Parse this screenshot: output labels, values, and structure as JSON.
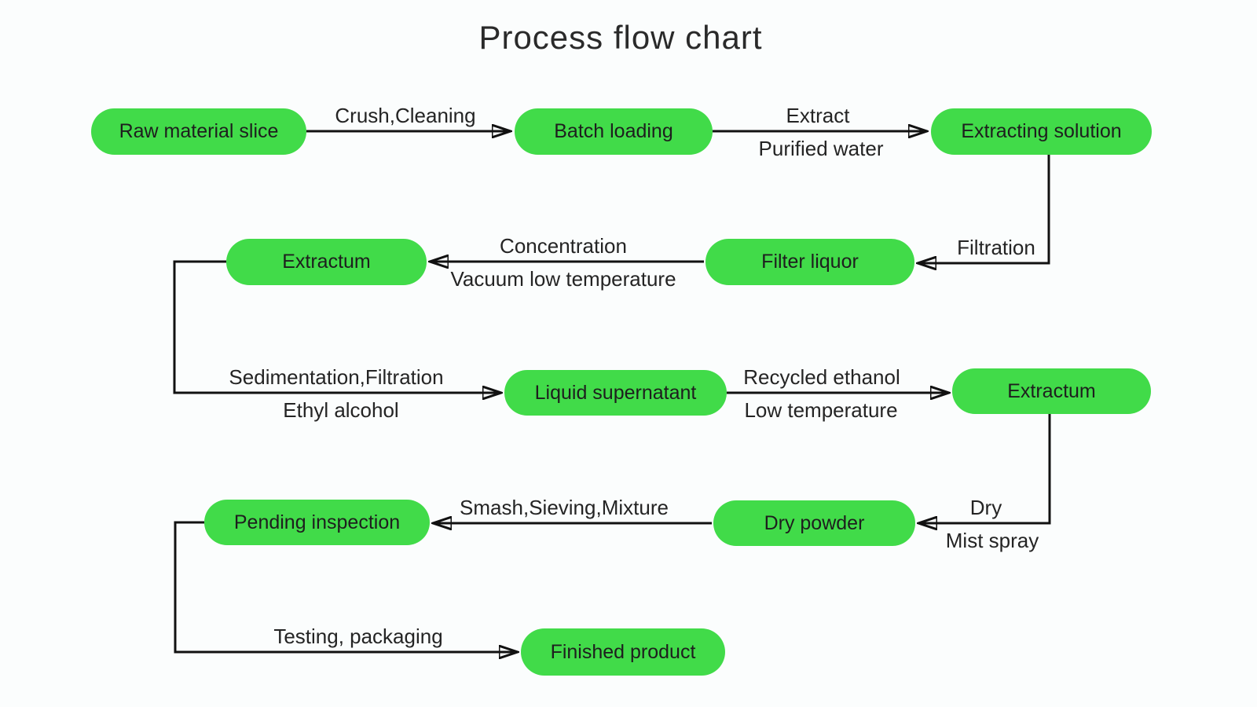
{
  "title": "Process flow chart",
  "colors": {
    "node_fill": "#41db49",
    "line": "#111111",
    "text": "#1e1e1e",
    "background": "#fbfdfd"
  },
  "nodes": [
    {
      "id": "raw-material-slice",
      "label": "Raw material slice"
    },
    {
      "id": "batch-loading",
      "label": "Batch loading"
    },
    {
      "id": "extracting-solution",
      "label": "Extracting solution"
    },
    {
      "id": "extractum-1",
      "label": "Extractum"
    },
    {
      "id": "filter-liquor",
      "label": "Filter liquor"
    },
    {
      "id": "liquid-supernatant",
      "label": "Liquid supernatant"
    },
    {
      "id": "extractum-2",
      "label": "Extractum"
    },
    {
      "id": "pending-inspection",
      "label": "Pending inspection"
    },
    {
      "id": "dry-powder",
      "label": "Dry powder"
    },
    {
      "id": "finished-product",
      "label": "Finished product"
    }
  ],
  "edges": [
    {
      "from": "raw-material-slice",
      "to": "batch-loading",
      "labels": [
        "Crush,Cleaning"
      ]
    },
    {
      "from": "batch-loading",
      "to": "extracting-solution",
      "labels": [
        "Extract",
        "Purified water"
      ]
    },
    {
      "from": "extracting-solution",
      "to": "filter-liquor",
      "labels": [
        "Filtration"
      ]
    },
    {
      "from": "filter-liquor",
      "to": "extractum-1",
      "labels": [
        "Concentration",
        "Vacuum low temperature"
      ]
    },
    {
      "from": "extractum-1",
      "to": "liquid-supernatant",
      "labels": [
        "Sedimentation,Filtration",
        "Ethyl alcohol"
      ]
    },
    {
      "from": "liquid-supernatant",
      "to": "extractum-2",
      "labels": [
        "Recycled ethanol",
        "Low temperature"
      ]
    },
    {
      "from": "extractum-2",
      "to": "dry-powder",
      "labels": [
        "Dry",
        "Mist spray"
      ]
    },
    {
      "from": "dry-powder",
      "to": "pending-inspection",
      "labels": [
        "Smash,Sieving,Mixture"
      ]
    },
    {
      "from": "pending-inspection",
      "to": "finished-product",
      "labels": [
        "Testing, packaging"
      ]
    }
  ]
}
